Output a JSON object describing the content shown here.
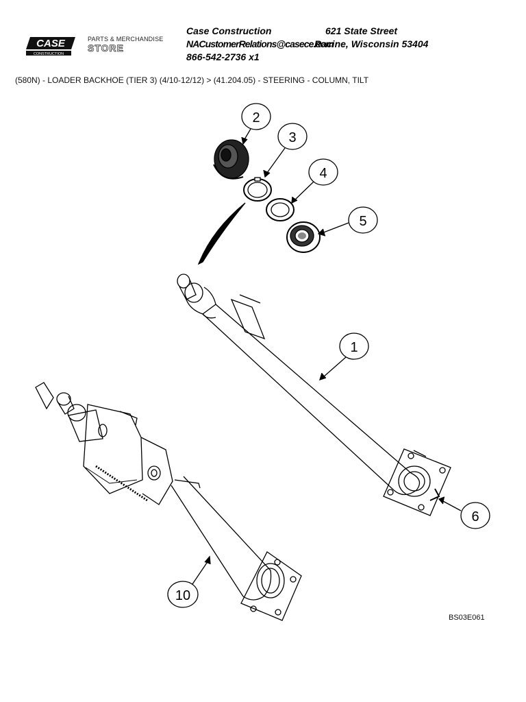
{
  "logo": {
    "brand": "CASE",
    "sub": "CONSTRUCTION",
    "store_line1": "PARTS & MERCHANDISE",
    "store_line2": "STORE"
  },
  "header": {
    "company": "Case Construction",
    "street": "621 State Street",
    "email": "NACustomerRelations@casece.com",
    "city": "Racine, Wisconsin 53404",
    "phone": "866-542-2736 x1"
  },
  "breadcrumb": "(580N) - LOADER BACKHOE (TIER 3) (4/10-12/12) > (41.204.05) - STEERING - COLUMN, TILT",
  "callouts": [
    "2",
    "3",
    "4",
    "5",
    "1",
    "6",
    "10"
  ],
  "drawing_code": "BS03E061"
}
